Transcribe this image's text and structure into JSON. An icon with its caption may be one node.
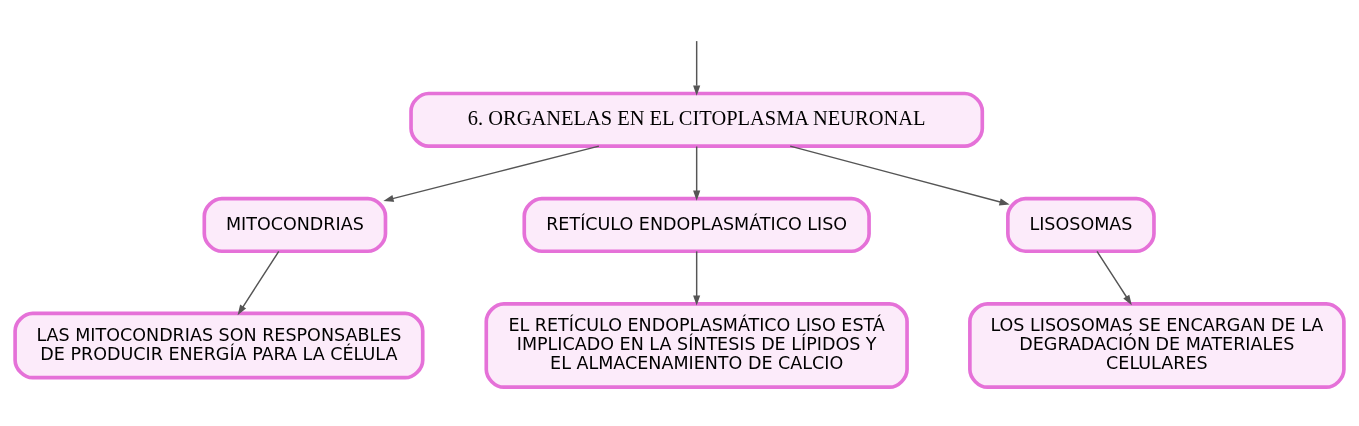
{
  "diagram": {
    "nodes": [
      {
        "text": [
          "6. ORGANELAS EN EL CITOPLASMA NEURONAL"
        ]
      },
      {
        "text": [
          "MITOCONDRIAS"
        ]
      },
      {
        "text": [
          "RETÍCULO ENDOPLASMÁTICO LISO"
        ]
      },
      {
        "text": [
          "LISOSOMAS"
        ]
      },
      {
        "text": [
          "LAS MITOCONDRIAS SON RESPONSABLES DE PRODUCIR ENERGÍA PARA LA CÉLULA"
        ]
      },
      {
        "text": [
          "EL RETÍCULO ENDOPLASMÁTICO LISO ESTÁ IMPLICADO EN LA SÍNTESIS DE LÍPIDOS Y EL ALMACENAMIENTO DE CALCIO"
        ]
      },
      {
        "text": [
          "LOS LISOSOMAS SE ENCARGAN DE LA DEGRADACIÓN DE MATERIALES CELULARES"
        ]
      }
    ],
    "edges": [
      {
        "from": null,
        "to": 0,
        "arrow": "to"
      },
      {
        "from": 0,
        "to": 1,
        "arrow": "to"
      },
      {
        "from": 0,
        "to": 2,
        "arrow": "to"
      },
      {
        "from": 0,
        "to": 3,
        "arrow": "to"
      },
      {
        "from": 1,
        "to": 4,
        "arrow": "to"
      },
      {
        "from": 2,
        "to": 5,
        "arrow": "to"
      },
      {
        "from": 3,
        "to": 6,
        "arrow": "to"
      }
    ]
  }
}
